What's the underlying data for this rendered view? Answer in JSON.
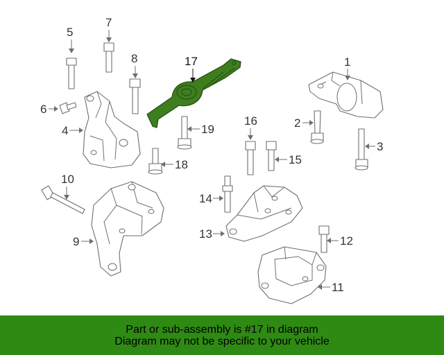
{
  "callouts": {
    "c1": "1",
    "c2": "2",
    "c3": "3",
    "c4": "4",
    "c5": "5",
    "c6": "6",
    "c7": "7",
    "c8": "8",
    "c9": "9",
    "c10": "10",
    "c11": "11",
    "c12": "12",
    "c13": "13",
    "c14": "14",
    "c15": "15",
    "c16": "16",
    "c17": "17",
    "c18": "18",
    "c19": "19"
  },
  "highlight": {
    "part": "17",
    "color": "#3f7e1f"
  },
  "footer": {
    "line1": "Part or sub-assembly is #17 in diagram",
    "line2": "Diagram may not be specific to your vehicle"
  },
  "colors": {
    "footer_bg": "#2f8a14",
    "line_art": "#6e6e6e"
  }
}
